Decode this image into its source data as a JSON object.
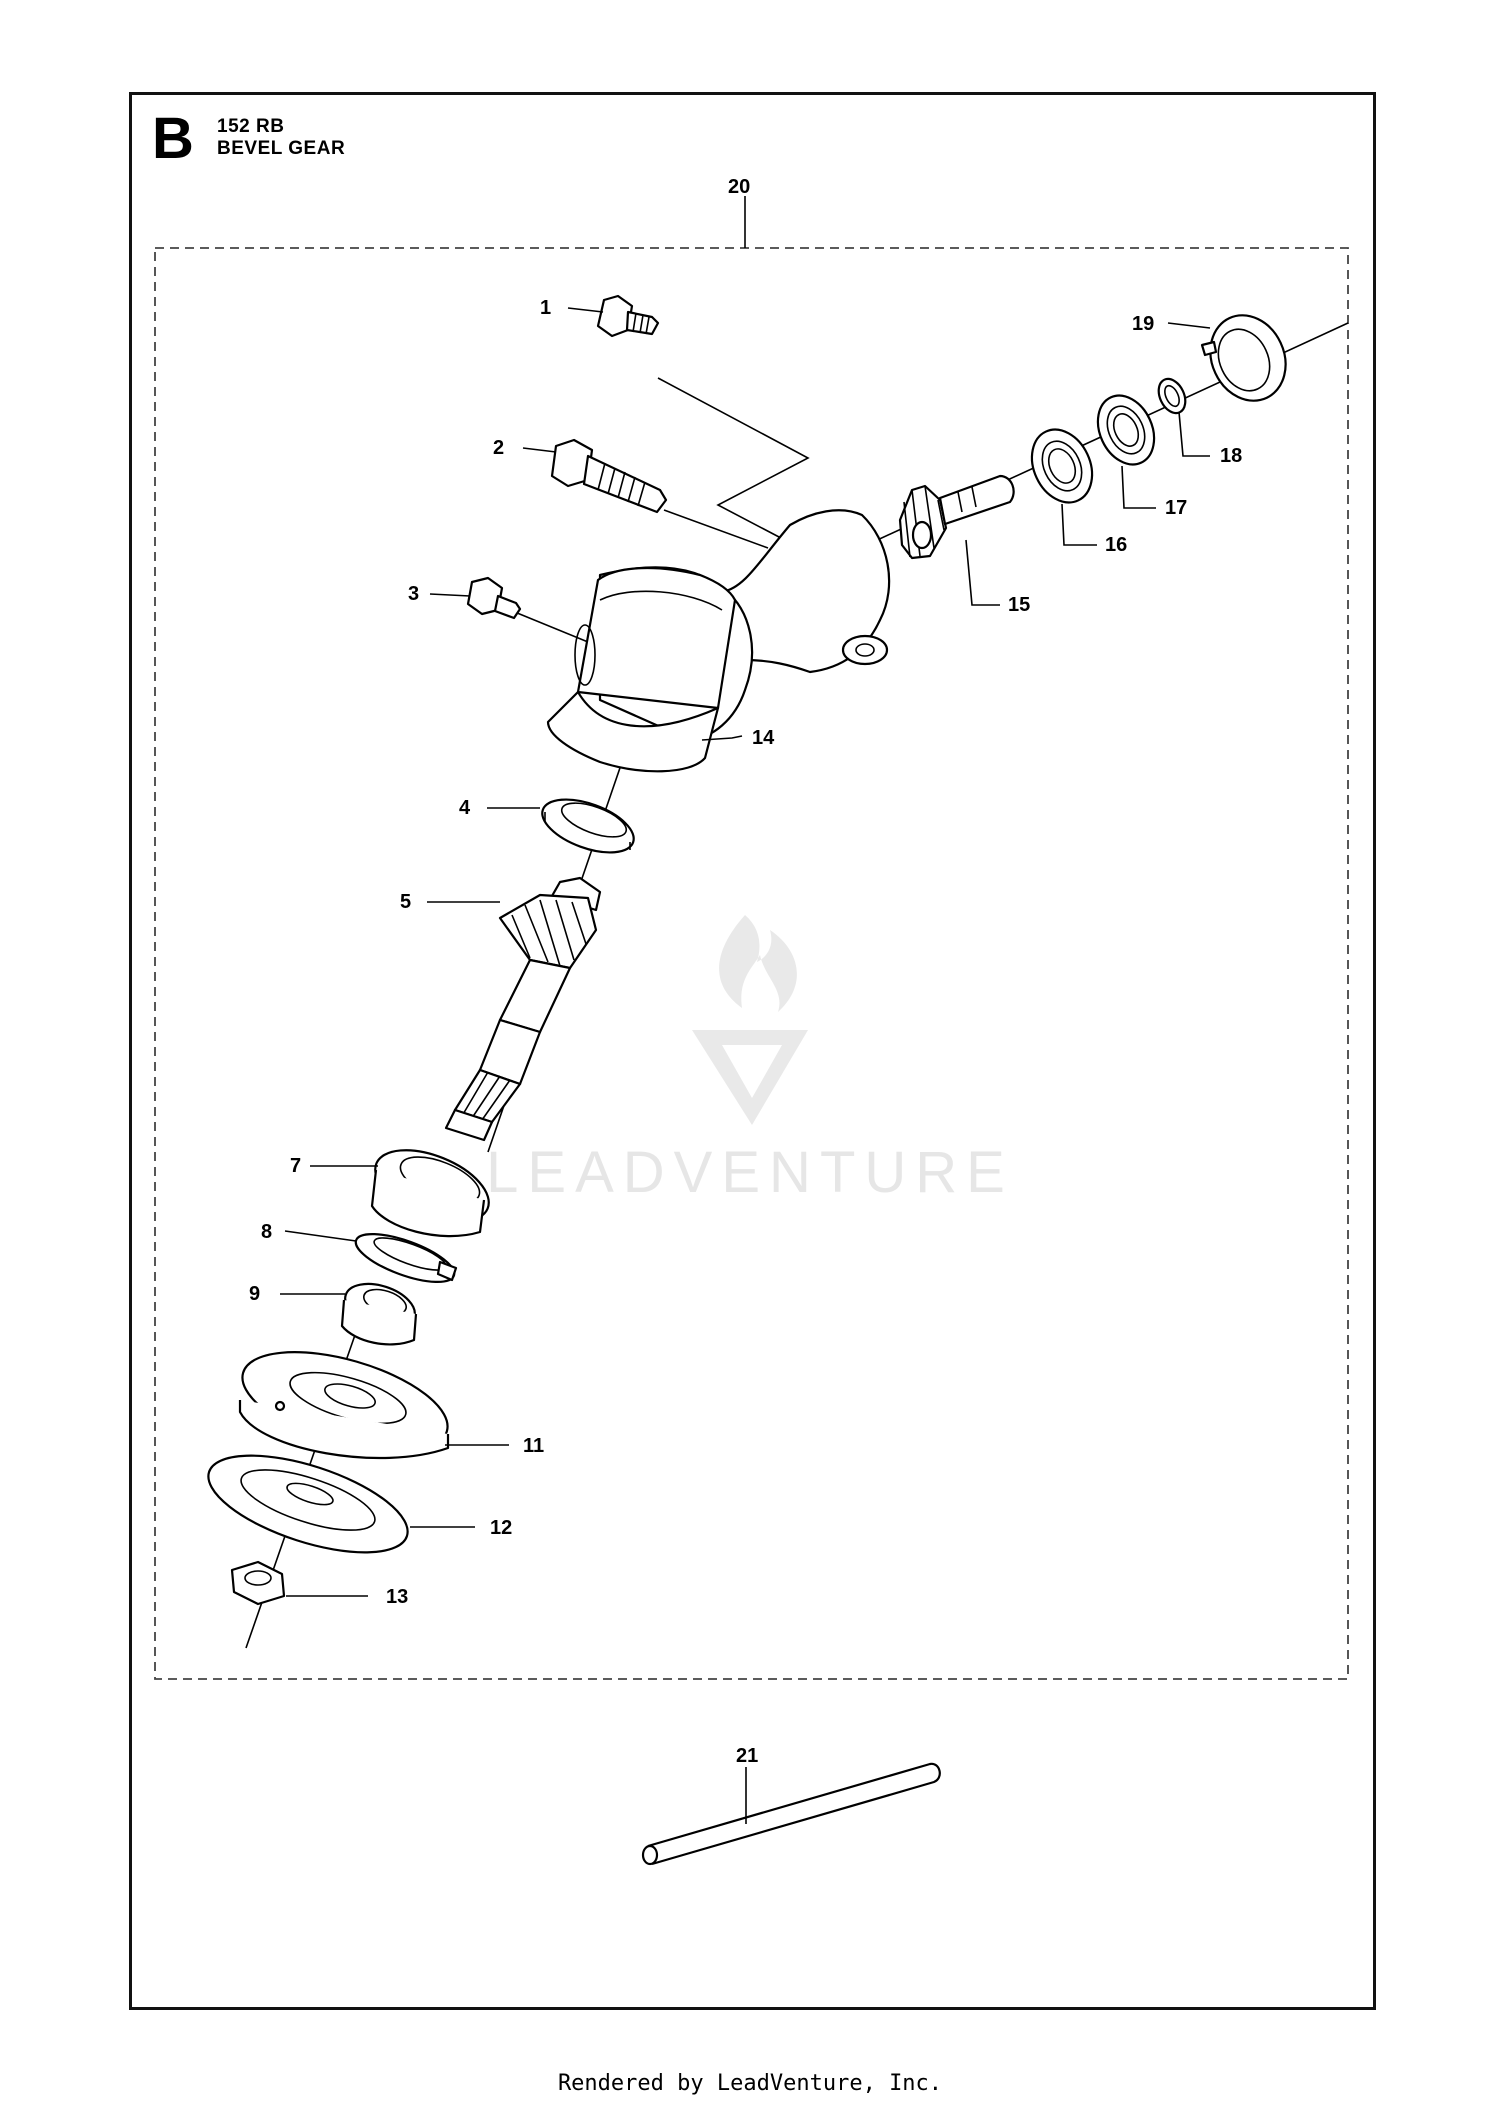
{
  "header": {
    "section_letter": "B",
    "model": "152 RB",
    "title": "BEVEL GEAR"
  },
  "callouts": [
    "1",
    "2",
    "3",
    "4",
    "5",
    "7",
    "8",
    "9",
    "11",
    "12",
    "13",
    "14",
    "15",
    "16",
    "17",
    "18",
    "19",
    "20",
    "21"
  ],
  "watermark": {
    "text": "LEADVENTURE"
  },
  "footer": {
    "text": "Rendered by LeadVenture, Inc."
  }
}
